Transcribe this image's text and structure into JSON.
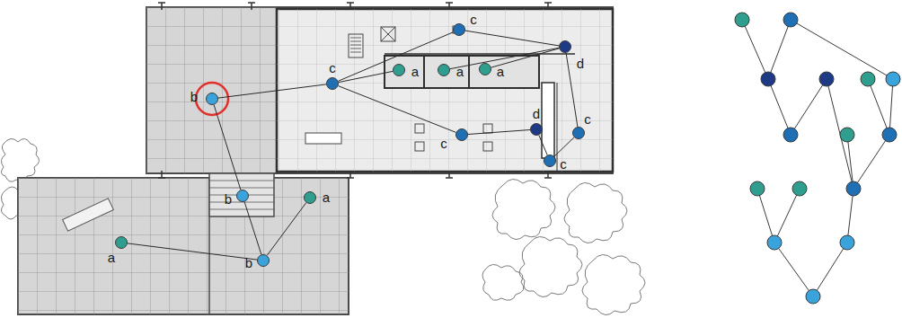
{
  "diagram": {
    "nodes": [
      {
        "text": [
          "c"
        ]
      },
      {
        "text": [
          "d"
        ]
      },
      {
        "text": [
          "b"
        ]
      },
      {
        "text": [
          "c"
        ]
      },
      {
        "text": [
          "a"
        ]
      },
      {
        "text": [
          "a"
        ]
      },
      {
        "text": [
          "a"
        ]
      },
      {
        "text": [
          "c"
        ]
      },
      {
        "text": [
          "d"
        ]
      },
      {
        "text": [
          "c"
        ]
      },
      {
        "text": [
          "c"
        ]
      },
      {
        "text": [
          "b"
        ]
      },
      {
        "text": [
          "a"
        ]
      },
      {
        "text": [
          "a"
        ]
      },
      {
        "text": [
          "b"
        ]
      }
    ],
    "edges": [
      {
        "from": 2,
        "to": 3,
        "arrow": "none"
      },
      {
        "from": 2,
        "to": 11,
        "arrow": "none"
      },
      {
        "from": 3,
        "to": 0,
        "arrow": "none"
      },
      {
        "from": 3,
        "to": 4,
        "arrow": "none"
      },
      {
        "from": 3,
        "to": 7,
        "arrow": "none"
      },
      {
        "from": 0,
        "to": 1,
        "arrow": "none"
      },
      {
        "from": 1,
        "to": 5,
        "arrow": "none"
      },
      {
        "from": 1,
        "to": 6,
        "arrow": "none"
      },
      {
        "from": 7,
        "to": 8,
        "arrow": "none"
      },
      {
        "from": 8,
        "to": 10,
        "arrow": "none"
      },
      {
        "from": 1,
        "to": 9,
        "arrow": "none"
      },
      {
        "from": 9,
        "to": 10,
        "arrow": "none"
      },
      {
        "from": 11,
        "to": 14,
        "arrow": "none"
      },
      {
        "from": 14,
        "to": 12,
        "arrow": "none"
      },
      {
        "from": 14,
        "to": 13,
        "arrow": "none"
      }
    ]
  }
}
